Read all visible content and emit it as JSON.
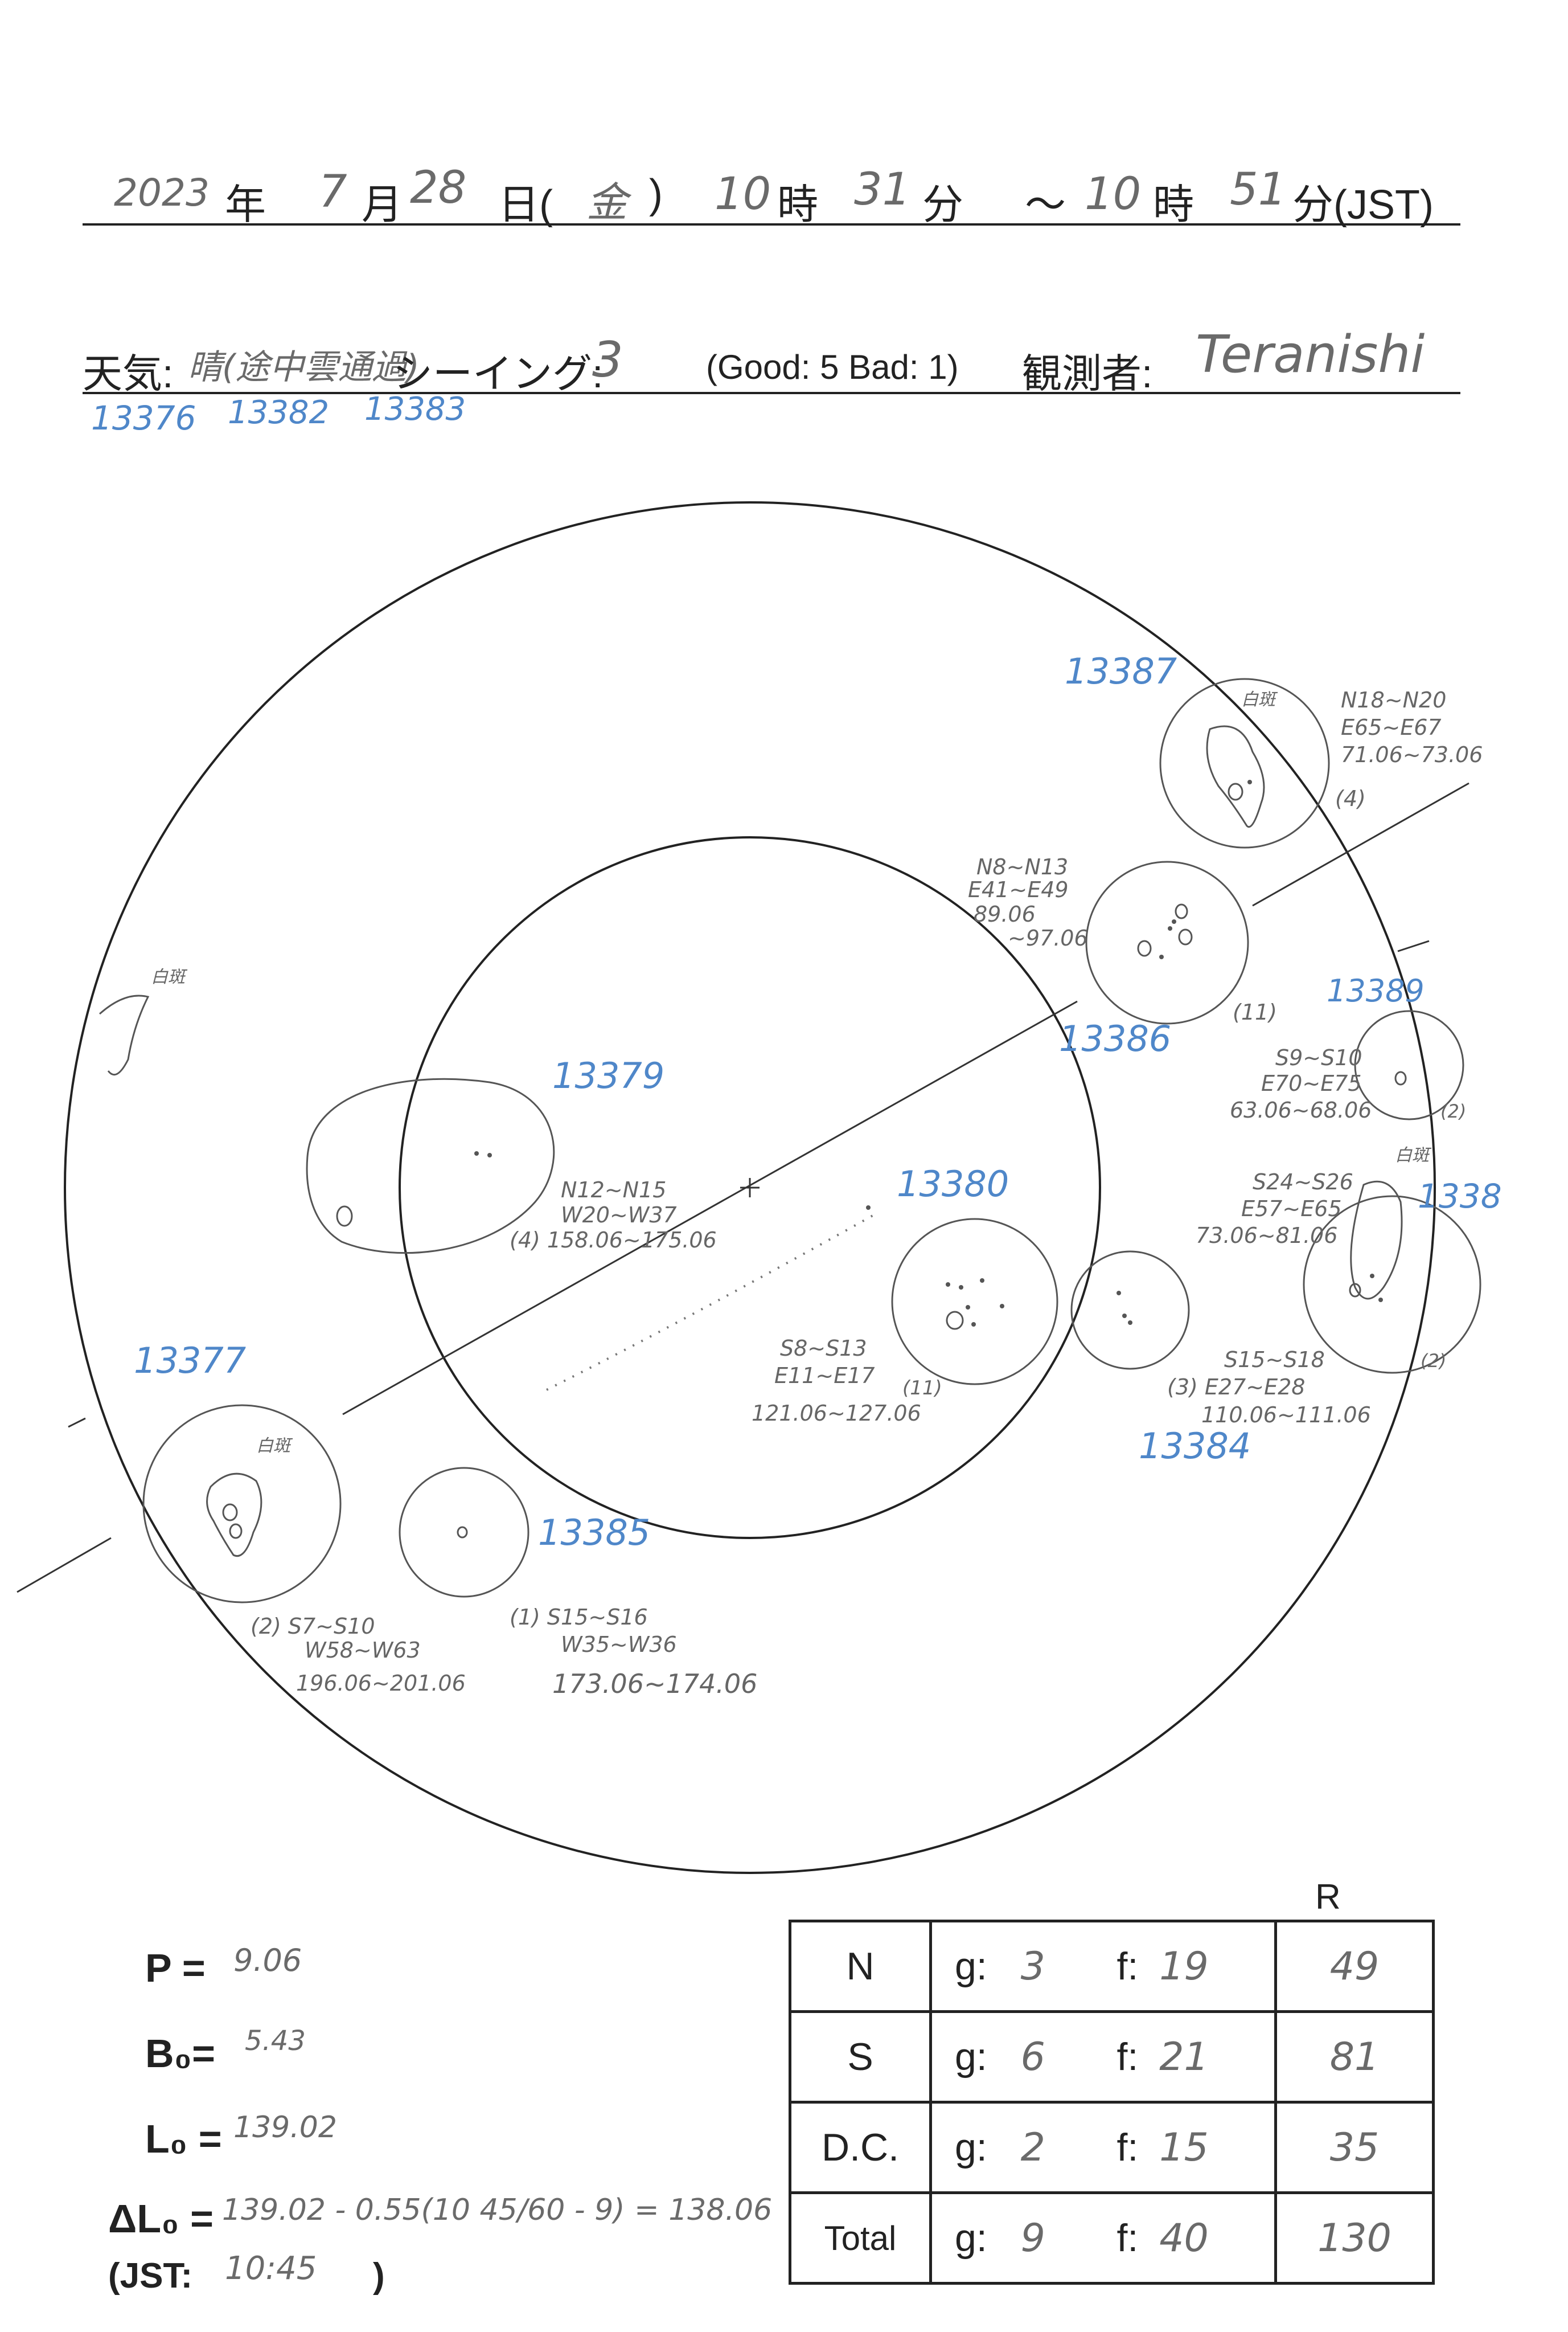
{
  "header": {
    "year": "2023",
    "year_unit": "年",
    "month": "7",
    "month_unit": "月",
    "day": "28",
    "day_unit": "日(",
    "weekday": "金",
    "paren_close": ")",
    "start_hour": "10",
    "hour_unit": "時",
    "start_min": "31",
    "min_unit": "分",
    "tilde": "～",
    "end_hour": "10",
    "hour_unit2": "時",
    "end_min": "51",
    "end_suffix": "分(JST)"
  },
  "conditions": {
    "weather_label": "天気:",
    "weather_value": "晴(途中雲通過)",
    "seeing_label": "シーイング:",
    "seeing_value": "3",
    "seeing_scale": "(Good: 5  Bad: 1)",
    "observer_label": "観測者:",
    "observer_value": "Teranishi"
  },
  "edge_regions": [
    "13376",
    "13382",
    "13383"
  ],
  "disk_labels": {
    "r13387": "13387",
    "r13379": "13379",
    "r13386": "13386",
    "r13389": "13389",
    "r13380": "13380",
    "r13388": "1338",
    "r13377": "13377",
    "r13385": "13385",
    "r13384": "13384",
    "fac1": "白斑",
    "fac2": "白斑",
    "fac3": "白斑",
    "fac4": "白斑",
    "a13387_l1": "N18~N20",
    "a13387_l2": "E65~E67",
    "a13387_l3": "71.06~73.06",
    "a13387_n": "(4)",
    "a13386_l1": "N8~N13",
    "a13386_l2": "E41~E49",
    "a13386_l3": "89.06",
    "a13386_l4": "~97.06",
    "a13386_n": "(11)",
    "a13389_l1": "S9~S10",
    "a13389_l2": "E70~E75",
    "a13389_l3": "63.06~68.06",
    "a13389_n": "(2)",
    "a13388_l1": "S24~S26",
    "a13388_l2": "E57~E65",
    "a13388_l3": "73.06~81.06",
    "a13388_n": "(2)",
    "a13379_l1": "N12~N15",
    "a13379_l2": "W20~W37",
    "a13379_l3": "(4) 158.06~175.06",
    "a13380_l1": "S8~S13",
    "a13380_l2": "E11~E17",
    "a13380_l3": "121.06~127.06",
    "a13380_n": "(11)",
    "a13384_l1": "S15~S18",
    "a13384_l2": "(3) E27~E28",
    "a13384_l3": "110.06~111.06",
    "a13377_l1": "(2)  S7~S10",
    "a13377_l2": "W58~W63",
    "a13377_l3": "196.06~201.06",
    "a13385_l1": "(1) S15~S16",
    "a13385_l2": "W35~W36",
    "a13385_l3": "173.06~174.06"
  },
  "params": {
    "p_label": "P =",
    "p_value": "9.06",
    "b0_label": "B₀=",
    "b0_value": "5.43",
    "l0_label": "L₀ =",
    "l0_value": "139.02",
    "dl0_label": "ΔL₀ =",
    "dl0_value": "139.02 - 0.55(10 45/60 - 9) = 138.06",
    "jst_label": "(JST:",
    "jst_value": "10:45",
    "jst_close": ")"
  },
  "summary_table": {
    "r_header": "R",
    "g_label": "g:",
    "f_label": "f:",
    "rows": [
      {
        "hemisphere": "N",
        "g": "3",
        "f": "19",
        "r": "49"
      },
      {
        "hemisphere": "S",
        "g": "6",
        "f": "21",
        "r": "81"
      },
      {
        "hemisphere": "D.C.",
        "g": "2",
        "f": "15",
        "r": "35"
      },
      {
        "hemisphere": "Total",
        "g": "9",
        "f": "40",
        "r": "130"
      }
    ]
  },
  "colors": {
    "ink": "#222222",
    "pencil": "#6a6a6a",
    "blue_pencil": "#4f87c9"
  }
}
